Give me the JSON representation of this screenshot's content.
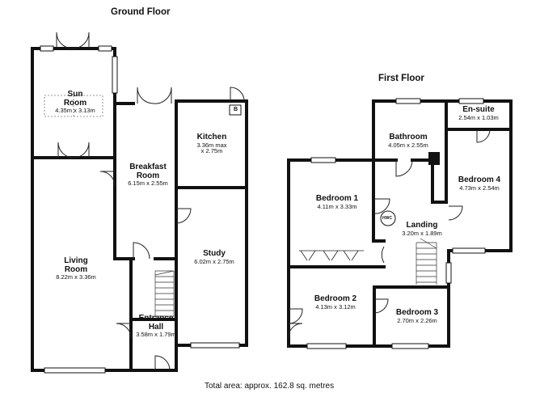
{
  "headings": {
    "ground_floor": "Ground Floor",
    "first_floor": "First Floor"
  },
  "rooms": {
    "sun_room": {
      "name_line1": "Sun",
      "name_line2": "Room",
      "dims": "4.35m x 3.13m"
    },
    "kitchen": {
      "name": "Kitchen",
      "dims_line1": "3.36m max",
      "dims_line2": "x 2.75m"
    },
    "breakfast_room": {
      "name_line1": "Breakfast",
      "name_line2": "Room",
      "dims": "6.15m x 2.55m"
    },
    "living_room": {
      "name_line1": "Living",
      "name_line2": "Room",
      "dims": "8.22m x 3.36m"
    },
    "study": {
      "name": "Study",
      "dims": "6.02m x 2.75m"
    },
    "entrance_hall": {
      "name_line1": "Entrance",
      "name_line2": "Hall",
      "dims": "3.58m x 1.79m"
    },
    "bathroom": {
      "name": "Bathroom",
      "dims": "4.05m x 2.55m"
    },
    "en_suite": {
      "name": "En-suite",
      "dims": "2.54m x 1.03m"
    },
    "bedroom_4": {
      "name": "Bedroom 4",
      "dims": "4.73m x 2.54m"
    },
    "bedroom_1": {
      "name": "Bedroom 1",
      "dims": "4.11m x 3.33m"
    },
    "landing": {
      "name": "Landing",
      "dims": "3.20m x 1.89m"
    },
    "bedroom_2": {
      "name": "Bedroom 2",
      "dims": "4.13m x 3.12m"
    },
    "bedroom_3": {
      "name": "Bedroom 3",
      "dims": "2.70m x 2.26m"
    }
  },
  "symbols": {
    "boiler": "B",
    "hot_water_cylinder": "HWC"
  },
  "footer": {
    "total_area": "Total area: approx. 162.8 sq. metres"
  },
  "colors": {
    "wall": "#111111",
    "window": "#9a9a9a",
    "line": "#222222"
  }
}
